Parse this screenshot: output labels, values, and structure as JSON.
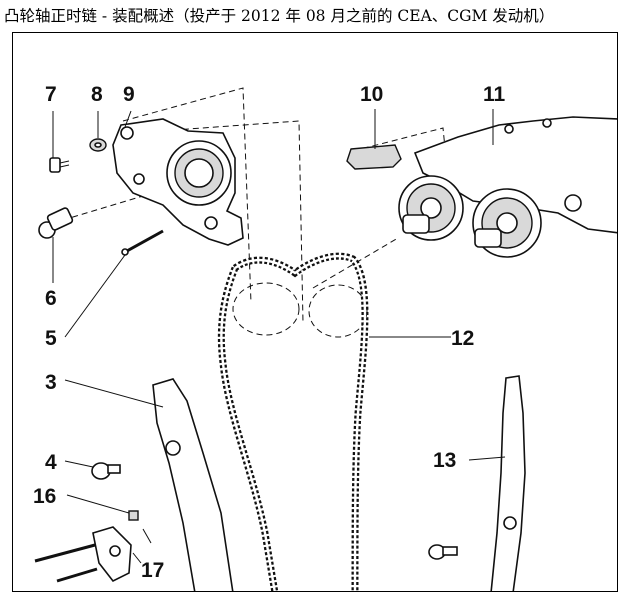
{
  "title": "凸轮轴正时链 - 装配概述（投产于 2012 年 08 月之前的 CEA、CGM 发动机）",
  "callouts": {
    "c7": "7",
    "c8": "8",
    "c9": "9",
    "c10": "10",
    "c11": "11",
    "c6": "6",
    "c5": "5",
    "c12": "12",
    "c3": "3",
    "c4": "4",
    "c13": "13",
    "c16": "16",
    "c17": "17"
  }
}
